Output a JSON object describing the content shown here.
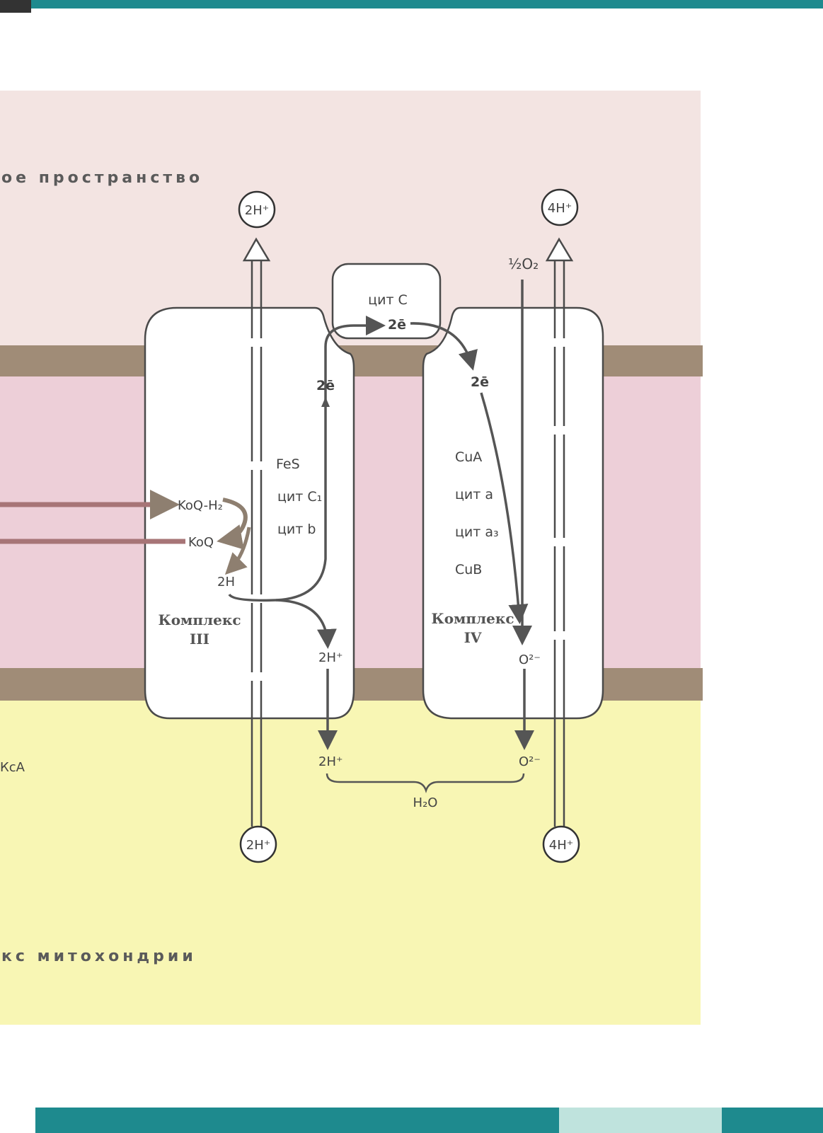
{
  "labels": {
    "intermembrane": "ое   пространство",
    "matrix": "кс   митохондрии",
    "kca": "КсА",
    "complex3": [
      "Комплекс",
      "III"
    ],
    "complex4": [
      "Комплекс",
      "IV"
    ],
    "cytc": "цит С",
    "e2": "2ē",
    "coq_h2": "KoQ-H₂",
    "coq": "KoQ",
    "h2": "2H",
    "feS": "FeS",
    "cyt_c1": "цит С₁",
    "cyt_b": "цит b",
    "cua": "CuA",
    "cyt_a": "цит a",
    "cyt_a3": "цит a₃",
    "cub": "CuB",
    "o2_half": "½O₂",
    "o2minus": "O²⁻",
    "h2plus": "2H⁺",
    "h2o": "H₂O",
    "circle_top_left": "2H⁺",
    "circle_top_right": "4H⁺",
    "circle_bottom_left": "2H⁺",
    "circle_bottom_right": "4H⁺"
  },
  "colors": {
    "top_bg": "#f3e4e2",
    "membrane": "#edcfd8",
    "band": "#a08c77",
    "bottom_bg": "#f8f6b4",
    "frame_teal": "#1e8a8e",
    "red": "#d43a45",
    "green": "#1e9a52",
    "blue": "#2a8fd6"
  }
}
